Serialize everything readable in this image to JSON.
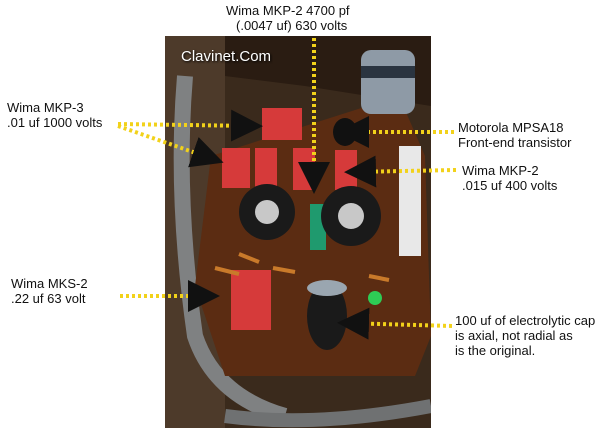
{
  "annotations": {
    "top_center": [
      "Wima MKP-2 4700 pf",
      "(.0047 uf) 630 volts"
    ],
    "left_upper": [
      "Wima MKP-3",
      ".01 uf 1000 volts"
    ],
    "right_upper": [
      "Motorola MPSA18",
      "Front-end transistor"
    ],
    "right_middle": [
      "Wima MKP-2",
      ".015 uf 400 volts"
    ],
    "left_lower": [
      "Wima MKS-2",
      ".22 uf 63 volt"
    ],
    "right_lower": [
      "100 uf of electrolytic cap",
      "is axial, not radial as",
      "is the original."
    ]
  },
  "watermark": "Clavinet.Com",
  "colors": {
    "arrow": "#f2d21a",
    "board": "#5b2c12",
    "capacitor_red": "#d63a3a",
    "capacitor_green": "#1f9a6e"
  }
}
